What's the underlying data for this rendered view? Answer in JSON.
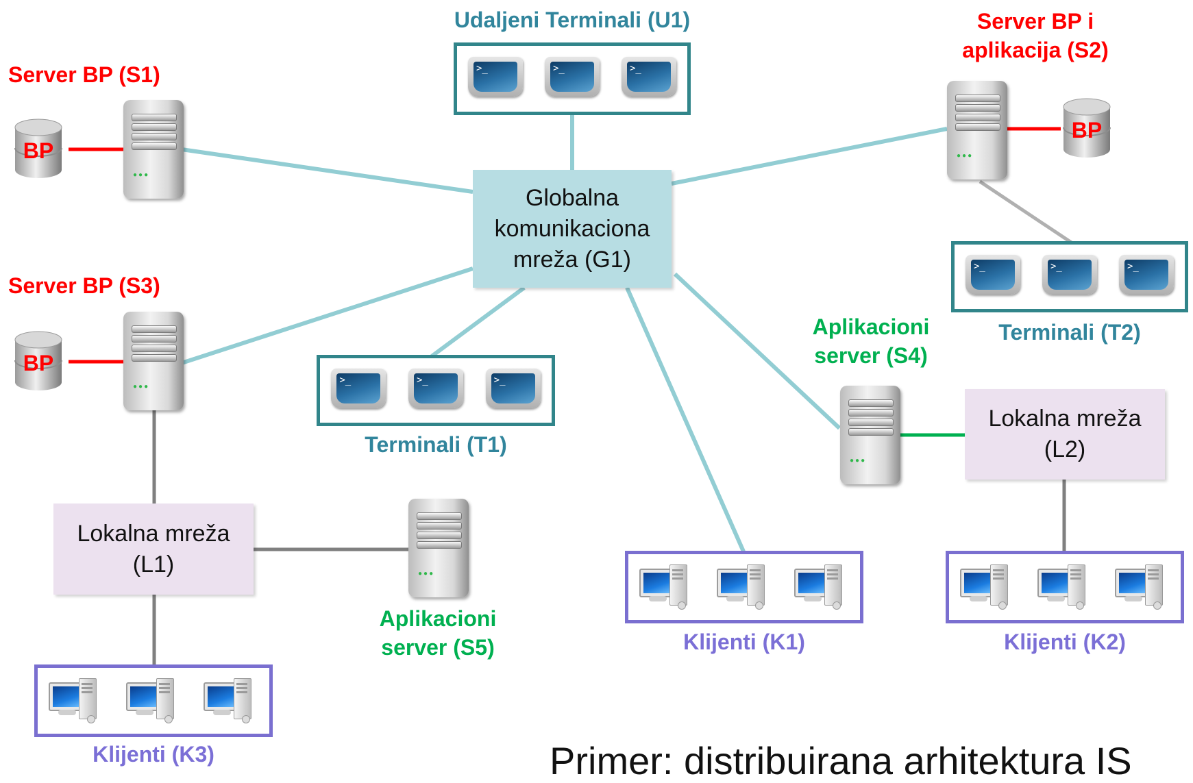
{
  "labels": {
    "s1": "Server BP (S1)",
    "u1": "Udaljeni Terminali (U1)",
    "s2_line1": "Server BP i",
    "s2_line2": "aplikacija (S2)",
    "s3": "Server BP (S3)",
    "t1": "Terminali (T1)",
    "t2": "Terminali (T2)",
    "s4_line1": "Aplikacioni",
    "s4_line2": "server (S4)",
    "s5_line1": "Aplikacioni",
    "s5_line2": "server (S5)",
    "k1": "Klijenti (K1)",
    "k2": "Klijenti (K2)",
    "k3": "Klijenti (K3)"
  },
  "networks": {
    "g1_line1": "Globalna",
    "g1_line2": "komunikaciona",
    "g1_line3": "mreža (G1)",
    "l1_line1": "Lokalna mreža",
    "l1_line2": "(L1)",
    "l2_line1": "Lokalna mreža",
    "l2_line2": "(L2)"
  },
  "db_label": "BP",
  "terminal_prompt": ">_",
  "caption": "Primer: distribuirana arhitektura IS",
  "colors": {
    "red": "#ff0000",
    "green": "#00b050",
    "teal": "#31859c",
    "purple": "#7b6fd6",
    "global_link": "#92cdd3",
    "local_link": "#7f7f7f"
  },
  "icons": {
    "server": "server-icon",
    "database": "database-icon",
    "terminal": "terminal-icon",
    "client": "desktop-pc-icon"
  }
}
